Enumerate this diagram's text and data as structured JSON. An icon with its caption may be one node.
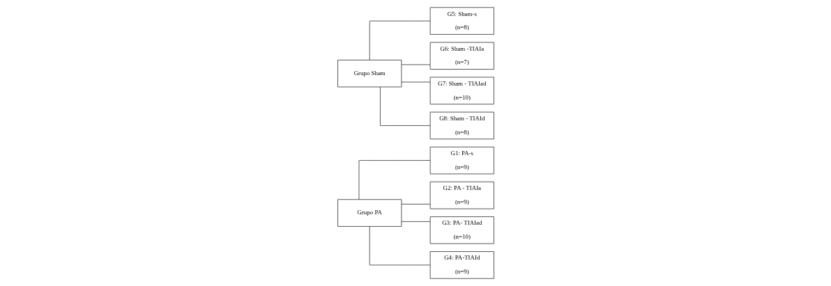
{
  "diagram": {
    "nodes": [
      {
        "text": [
          "Grupo PA"
        ]
      },
      {
        "text": [
          "G1: PA-s",
          "(n=9)"
        ]
      },
      {
        "text": [
          "G2: PA - TIAIa",
          "(n=9)"
        ]
      },
      {
        "text": [
          "G3: PA- TIAIad",
          "(n=10)"
        ]
      },
      {
        "text": [
          "G4: PA-TIAId",
          "(n=9)"
        ]
      },
      {
        "text": [
          "Grupo Sham"
        ]
      },
      {
        "text": [
          "G5: Sham-s",
          "(n=8)"
        ]
      },
      {
        "text": [
          "G6: Sham -TIAIa",
          "(n=7)"
        ]
      },
      {
        "text": [
          "G7: Sham - TIAIad",
          "(n=10)"
        ]
      },
      {
        "text": [
          "G8: Sham - TIAId",
          "(n=8)"
        ]
      }
    ],
    "edges": [
      {
        "from": 0,
        "to": 1,
        "arrow": "none"
      },
      {
        "from": 0,
        "to": 2,
        "arrow": "none"
      },
      {
        "from": 0,
        "to": 3,
        "arrow": "none"
      },
      {
        "from": 0,
        "to": 4,
        "arrow": "none"
      },
      {
        "from": 5,
        "to": 6,
        "arrow": "none"
      },
      {
        "from": 5,
        "to": 7,
        "arrow": "none"
      },
      {
        "from": 5,
        "to": 8,
        "arrow": "none"
      },
      {
        "from": 5,
        "to": 9,
        "arrow": "none"
      }
    ]
  }
}
